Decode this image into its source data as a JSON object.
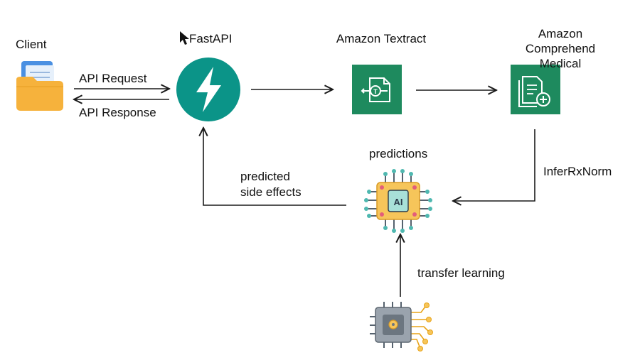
{
  "labels": {
    "client": "Client",
    "fastapi": "FastAPI",
    "textract": "Amazon Textract",
    "comprehend": "Amazon Comprehend\nMedical",
    "api_request": "API Request",
    "api_response": "API Response",
    "predictions": "predictions",
    "predicted_side_effects": "predicted\nside effects",
    "infer_rx_norm": "InferRxNorm",
    "transfer_learning": "transfer learning"
  },
  "icons": {
    "client": "folder-document-icon",
    "fastapi": "fastapi-bolt-icon",
    "textract": "aws-textract-icon",
    "comprehend": "aws-comprehend-medical-icon",
    "predictions": "ai-chip-icon",
    "base_model": "processor-chip-icon",
    "cursor": "mouse-cursor-icon"
  },
  "colors": {
    "fastapi": "#0b9488",
    "aws": "#1e8a5e",
    "chip": "#f6c55a",
    "folder": "#f6b23c",
    "arrow": "#1a1a1a"
  }
}
